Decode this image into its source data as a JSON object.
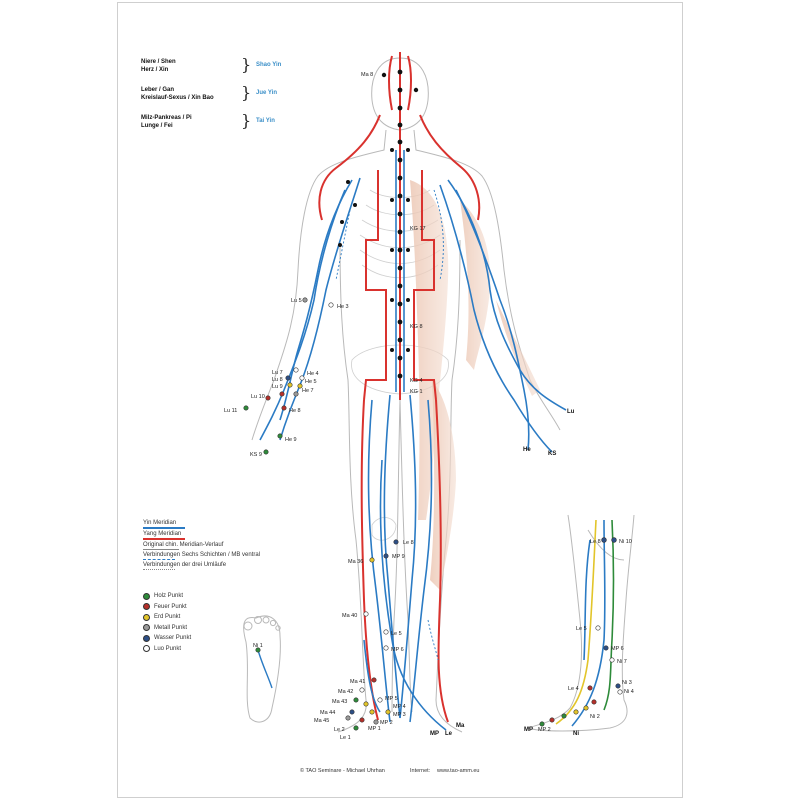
{
  "groups": [
    {
      "lines": [
        "Niere / Shen",
        "Herz / Xin"
      ],
      "name": "Shao Yin"
    },
    {
      "lines": [
        "Leber / Gan",
        "Kreislauf-Sexus / Xin Bao"
      ],
      "name": "Jue Yin"
    },
    {
      "lines": [
        "Milz-Pankreas / Pi",
        "Lunge / Fei"
      ],
      "name": "Tai Yin"
    }
  ],
  "legend_lines": [
    "Yin Meridian",
    "Yang Meridian",
    "Original chin. Meridian-Verlauf",
    "Verbindungen Sechs Schichten / MB ventral",
    "Verbindungen der drei Umläufe"
  ],
  "point_types": [
    {
      "label": "Holz Punkt",
      "color": "#2e8b3a"
    },
    {
      "label": "Feuer Punkt",
      "color": "#b5302a"
    },
    {
      "label": "Erd Punkt",
      "color": "#e2c52a"
    },
    {
      "label": "Metall Punkt",
      "color": "#9a9a9a"
    },
    {
      "label": "Wasser Punkt",
      "color": "#2d4f86"
    },
    {
      "label": "Luo Punkt",
      "color": "#ffffff"
    }
  ],
  "point_labels": {
    "ma8": "Ma 8",
    "kg17": "KG 17",
    "kg8": "KG 8",
    "kg4": "KG 4",
    "kg1": "KG 1",
    "lu5": "Lu 5",
    "he3": "He 3",
    "lu7": "Lu 7",
    "lu8": "Lu 8",
    "lu9": "Lu 9",
    "lu10": "Lu 10",
    "lu11": "Lu 11",
    "he4": "He 4",
    "he5": "He 5",
    "he7": "He 7",
    "he8": "He 8",
    "he9": "He 9",
    "ks9": "KS 9",
    "lu_end": "Lu",
    "he_end": "He",
    "ks_end": "KS",
    "le8": "Le 8",
    "mp9": "MP 9",
    "ma36": "Ma 36",
    "ma40": "Ma 40",
    "le5": "Le 5",
    "mp6": "MP 6",
    "ma41": "Ma 41",
    "ma42": "Ma 42",
    "ma43": "Ma 43",
    "ma44": "Ma 44",
    "ma45": "Ma 45",
    "le2": "Le 2",
    "le1": "Le 1",
    "mp1": "MP 1",
    "mp2": "MP 2",
    "mp3": "MP 3",
    "mp4": "MP 4",
    "mp5": "MP 5",
    "ma_end": "Ma",
    "mp_end": "MP",
    "le_end": "Le",
    "ni1": "Ni 1",
    "le8_side": "Le 8",
    "ni10": "Ni 10",
    "le5_side": "Le 5",
    "mp6_side": "MP 6",
    "ni7": "Ni 7",
    "ni3": "Ni 3",
    "ni4": "Ni 4",
    "le4": "Le 4",
    "ni2": "Ni 2",
    "mp_side": "MP",
    "mp2_side": "MP 2",
    "ni_end": "Ni"
  },
  "footer": {
    "copyright": "© TAO Seminare - Michael Uhrhan",
    "internet_label": "Internet:",
    "website": "www.tao-amm.eu"
  },
  "colors": {
    "yin": "#2b7bc4",
    "yang": "#d9322e",
    "muscle": "#e6b9a2",
    "skeleton": "#b9b9b9"
  }
}
